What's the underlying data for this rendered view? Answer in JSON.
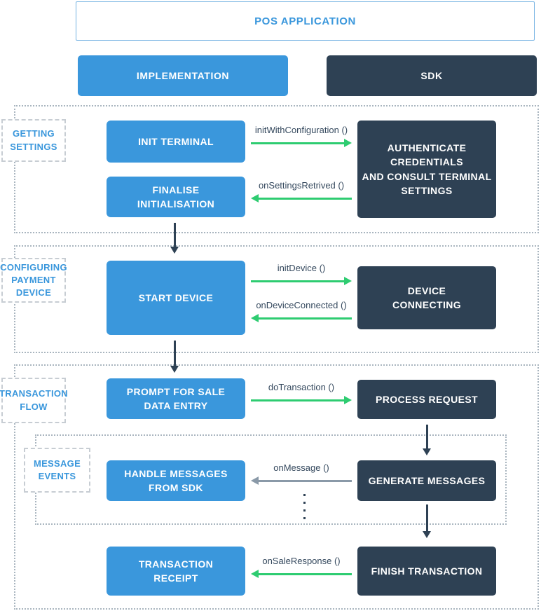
{
  "header": {
    "title": "POS APPLICATION",
    "implementation_label": "IMPLEMENTATION",
    "sdk_label": "SDK"
  },
  "sections": [
    {
      "label": "GETTING\nSETTINGS"
    },
    {
      "label": "CONFIGURING\nPAYMENT\nDEVICE"
    },
    {
      "label": "TRANSACTION\nFLOW"
    },
    {
      "label": "MESSAGE\nEVENTS"
    }
  ],
  "boxes": {
    "init_terminal": "INIT TERMINAL",
    "finalise_initialisation": "FINALISE\nINITIALISATION",
    "authenticate": "AUTHENTICATE\nCREDENTIALS\nAND CONSULT TERMINAL\nSETTINGS",
    "start_device": "START DEVICE",
    "device_connecting": "DEVICE\nCONNECTING",
    "prompt_sale": "PROMPT FOR SALE\nDATA ENTRY",
    "process_request": "PROCESS REQUEST",
    "handle_messages": "HANDLE MESSAGES\nFROM SDK",
    "generate_messages": "GENERATE MESSAGES",
    "transaction_receipt": "TRANSACTION\nRECEIPT",
    "finish_transaction": "FINISH TRANSACTION"
  },
  "calls": {
    "init_with_configuration": "initWithConfiguration ()",
    "on_settings_retrived": "onSettingsRetrived ()",
    "init_device": "initDevice ()",
    "on_device_connected": "onDeviceConnected ()",
    "do_transaction": "doTransaction ()",
    "on_message": "onMessage ()",
    "on_sale_response": "onSaleResponse ()"
  },
  "colors": {
    "implementation_blue": "#3a97dc",
    "sdk_dark": "#2e4154",
    "call_green": "#2ecc71",
    "event_gray": "#8a99a8",
    "label_blue": "#3a97dc",
    "call_text": "#35495e"
  }
}
